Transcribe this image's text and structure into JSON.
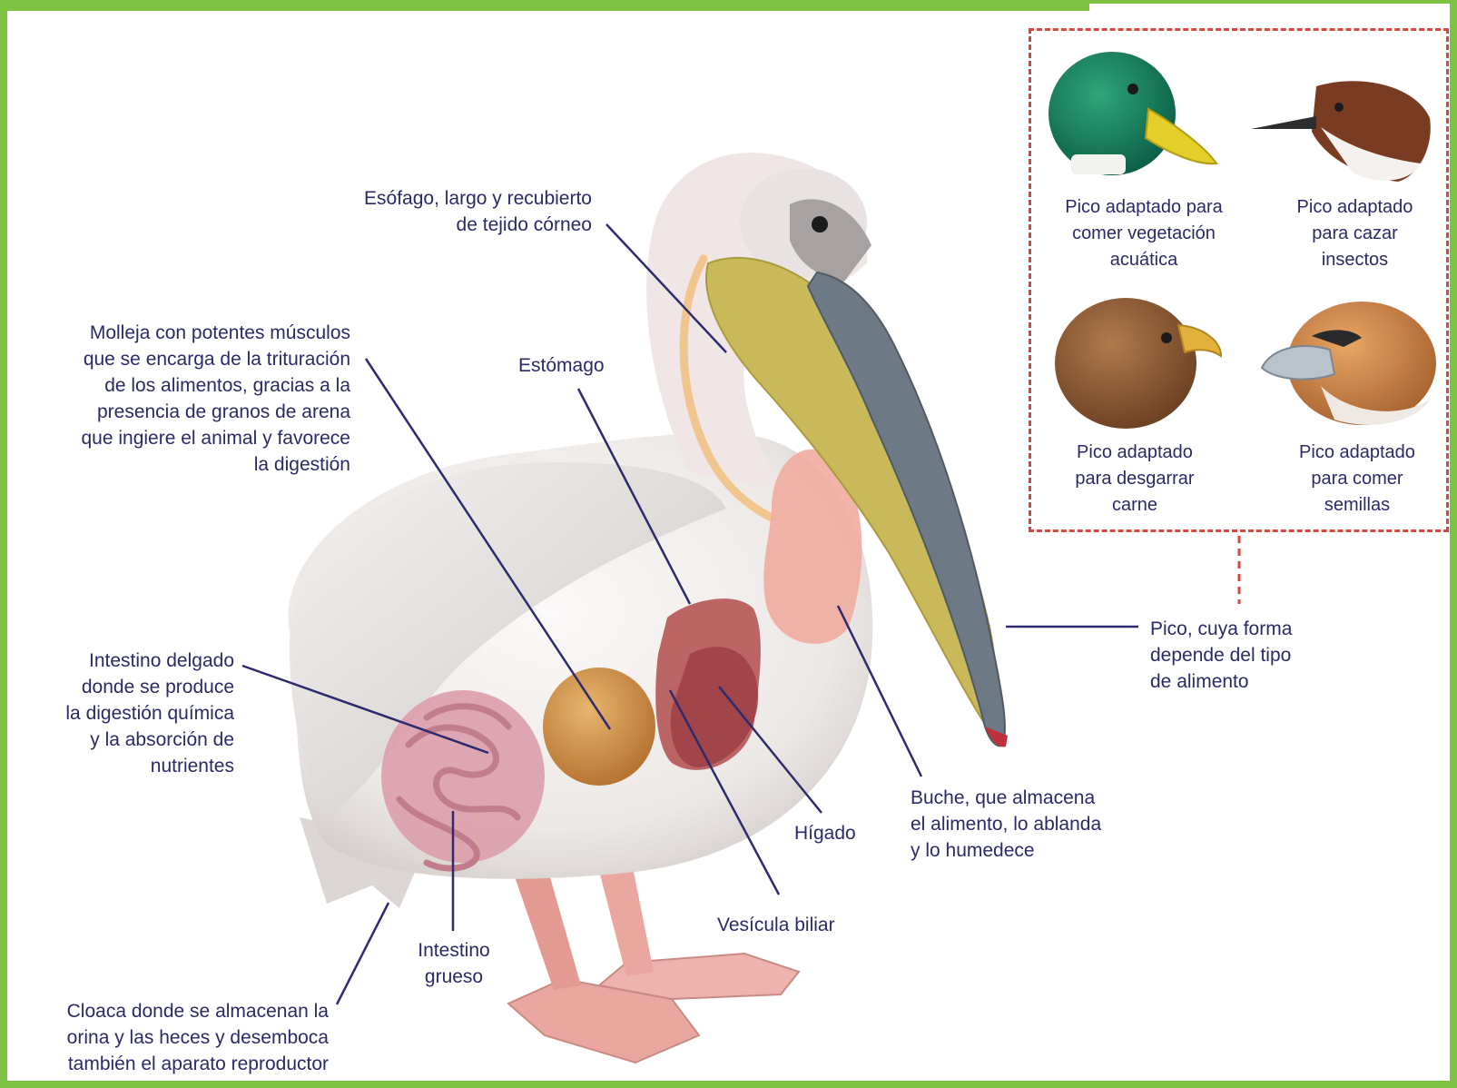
{
  "colors": {
    "frame_green": "#7dc243",
    "label_text": "#2b2a66",
    "leader_line": "#2d2b6e",
    "inset_border": "#d8473f",
    "pelican_body": "#ece8e6",
    "beak_pouch": "#c9b95b",
    "stomach": "#c46a5a",
    "gizzard": "#c98a3c",
    "intestine": "#d99aa8",
    "legs": "#e9a7a0"
  },
  "labels": {
    "esofago": "Esófago, largo y recubierto\nde tejido córneo",
    "molleja": "Molleja con potentes músculos\nque se encarga de la trituración\nde los alimentos, gracias a la\npresencia de granos de arena\nque ingiere el animal y favorece\nla digestión",
    "estomago": "Estómago",
    "intestino_delgado": "Intestino delgado\ndonde se produce\nla digestión química\ny la absorción de\nnutrientes",
    "intestino_grueso": "Intestino\ngrueso",
    "cloaca": "Cloaca donde se almacenan la\norina y las heces y desemboca\ntambién el aparato reproductor",
    "higado": "Hígado",
    "vesicula": "Vesícula biliar",
    "buche": "Buche, que almacena\nel alimento, lo ablanda\ny lo humedece",
    "pico": "Pico, cuya forma\ndepende del tipo\nde alimento"
  },
  "inset": {
    "items": [
      {
        "caption": "Pico adaptado para\ncomer vegetación\nacuática",
        "icon": "duck-head-icon"
      },
      {
        "caption": "Pico adaptado\npara cazar\ninsectos",
        "icon": "insectivore-head-icon"
      },
      {
        "caption": "Pico adaptado\npara desgarrar\ncarne",
        "icon": "eagle-head-icon"
      },
      {
        "caption": "Pico adaptado\npara comer\nsemillas",
        "icon": "grosbeak-head-icon"
      }
    ]
  }
}
